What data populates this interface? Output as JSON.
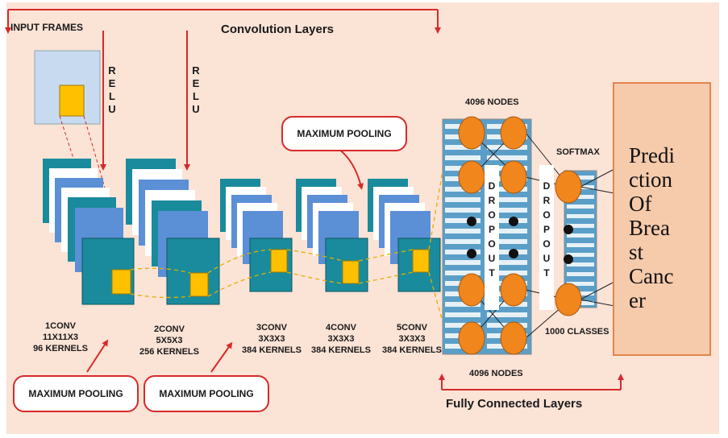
{
  "labels": {
    "input_frames": "INPUT FRAMES",
    "convolution_layers": "Convolution Layers",
    "relu": "RELU",
    "max_pooling": "MAXIMUM POOLING",
    "nodes_top": "4096 NODES",
    "nodes_bottom": "4096 NODES",
    "softmax": "SOFTMAX",
    "dropout": "DROPOUT",
    "classes": "1000 CLASSES",
    "fully_connected": "Fully Connected Layers"
  },
  "conv_layers": [
    {
      "name": "1CONV",
      "size": "11X11X3",
      "kernels": "96 KERNELS"
    },
    {
      "name": "2CONV",
      "size": "5X5X3",
      "kernels": "256 KERNELS"
    },
    {
      "name": "3CONV",
      "size": "3X3X3",
      "kernels": "384 KERNELS"
    },
    {
      "name": "4CONV",
      "size": "3X3X3",
      "kernels": "384 KERNELS"
    },
    {
      "name": "5CONV",
      "size": "3X3X3",
      "kernels": "384 KERNELS"
    }
  ],
  "prediction": {
    "lines": [
      "Predi",
      "ction",
      "Of",
      "Brea",
      "st",
      "Canc",
      "er"
    ]
  },
  "colors": {
    "background": "#fbe3d6",
    "arrow": "#d62a2a",
    "teal": "#1a8b9c",
    "blue": "#5b8fd6",
    "kernel": "#ffc000",
    "node": "#f0861c",
    "prediction_fill": "#f6cbac",
    "prediction_border": "#e2864a"
  }
}
